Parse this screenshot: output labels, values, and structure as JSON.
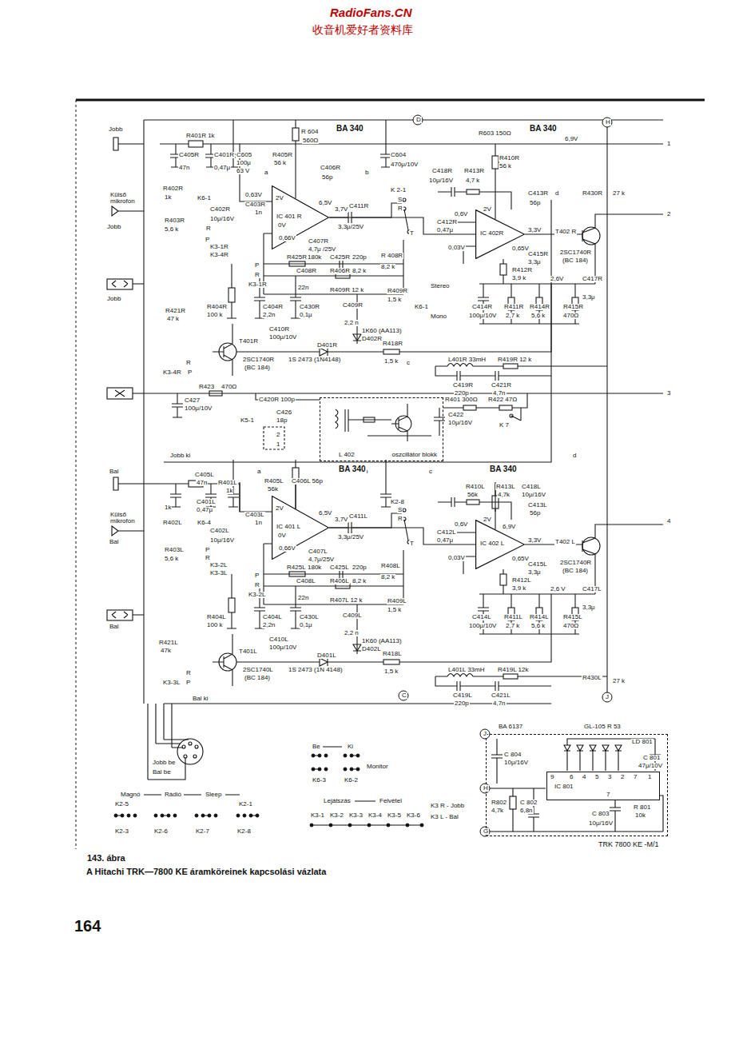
{
  "diagram": {
    "caption": "A Hitachi TRK—7800 KE áramköreinek kapcsolási vázlata",
    "nodes": [
      {
        "text": [
          "IC 401 R"
        ]
      },
      {
        "text": [
          "IC 402R"
        ]
      },
      {
        "text": [
          "L 402",
          "oszcillátor blokk"
        ]
      },
      {
        "text": [
          "IC 401 L"
        ]
      },
      {
        "text": [
          "IC 402 L"
        ]
      },
      {
        "text": [
          "BA 6137"
        ]
      },
      {
        "text": [
          "IC 801"
        ],
        "in": 5
      }
    ],
    "edges": [
      {
        "from": 0,
        "to": 1,
        "arrow": "none"
      },
      {
        "from": 3,
        "to": 4,
        "arrow": "none"
      }
    ],
    "labels": [
      "RadioFans.CN",
      "收音机爱好者资料库",
      "Jobb",
      "R401R 1k",
      "R 604",
      "560Ω",
      "BA 340",
      "D",
      "R603 150Ω",
      "BA 340",
      "H",
      "6,9V",
      "1",
      "C405R",
      "47n",
      "C401R",
      "0,47μ",
      "C605",
      "100μ",
      "63 V",
      "R405R",
      "56 k",
      "C604",
      "470μ/10V",
      "R410R",
      "56 k",
      "C406R",
      "56p",
      "a",
      "b",
      "C418R",
      "R413R",
      "10μ/16V",
      "4,7 k",
      "2V",
      "K 2-1",
      "C413R",
      "56p",
      "d",
      "R430R",
      "27 k",
      "2",
      "R402R",
      "1k",
      "K6-1",
      "Külső mikrofon",
      "0,63V",
      "6,5V",
      "3,7V",
      "C411R",
      "S",
      "R",
      "0,6V",
      "2V",
      "C403R",
      "1n",
      "0V",
      "C402R",
      "10μ/16V",
      "3,3μ/25V",
      "C412R",
      "0,47μ",
      "3,3V",
      "T402 R",
      "R403R",
      "5,6 k",
      "Jobb",
      "R",
      "0,66V",
      "C407R",
      "4,7μ /25V",
      "T",
      "0,03V",
      "0,65V",
      "C415R",
      "3,3μ",
      "2SC1740R",
      "(BC 184)",
      "P",
      "K3-1R",
      "K3-4R",
      "R425R",
      "180k",
      "C425R",
      "220p",
      "R 408R",
      "8,2 k",
      "P",
      "R",
      "K3-1R",
      "C408R",
      "22n",
      "R406R",
      "8,2 k",
      "R412R",
      "3,9 k",
      "Stereo",
      "2,6V",
      "C417R",
      "3,3μ",
      "R409R 12 k",
      "R409R",
      "1,5 k",
      "Jobb",
      "R421R",
      "47 k",
      "R404R",
      "100 k",
      "C404R",
      "2,2n",
      "C430R",
      "0,1μ",
      "C409R",
      "K6-1",
      "C414R",
      "100μ/10V",
      "R411R",
      "2,7 k",
      "R414R",
      "5,6 k",
      "R415R",
      "470Ω",
      "Mono",
      "2,2 n",
      "C410R",
      "100μ/10V",
      "1K60 (AA113)",
      "D402R",
      "T401R",
      "D401R",
      "1S 2473 (1N4148)",
      "R418R",
      "1,5 k",
      "c",
      "2SC1740R",
      "(BC 184)",
      "R",
      "L401R 33mH",
      "R419R 12 k",
      "K3-4R",
      "P",
      "C419R",
      "220p",
      "C421R",
      "4,7n",
      "R423",
      "470Ω",
      "3",
      "C427",
      "100μ/10V",
      "C420R 100p",
      "R401 300Ω",
      "R422 47Ω",
      "C426",
      "18p",
      "K5-1",
      "C422",
      "10μ/16V",
      "K 7",
      "2",
      "1",
      "Jobb ki",
      "d",
      "a",
      "b",
      "c",
      "BA 340",
      "BA 340",
      "Bal",
      "C405L",
      "47n",
      "R401L",
      "1k",
      "R405L",
      "56k",
      "C406L 56p",
      "R410L",
      "56k",
      "R413L",
      "4,7k",
      "C418L",
      "10μ/16V",
      "C401L",
      "0,47μ",
      "2V",
      "K2-8",
      "C413L",
      "56p",
      "C403L",
      "1n",
      "6,5V",
      "3,7V",
      "C411L",
      "S",
      "R",
      "1k",
      "Külső mikrofon",
      "4",
      "2V",
      "6,9V",
      "0,6V",
      "C412L",
      "0V",
      "R402L",
      "K6-4",
      "C402L",
      "10μ/16V",
      "0,66V",
      "3,3μ/25V",
      "0,47μ",
      "3,3V",
      "Bal",
      "T402 L",
      "R403L",
      "5,6 k",
      "T",
      "0,03V",
      "0,65V",
      "C407L",
      "4,7μ/25V",
      "C415L",
      "3,3μ",
      "2SC1740R",
      "(BC 184)",
      "P",
      "R425L",
      "180k",
      "C425L",
      "220p",
      "R408L",
      "8,2 k",
      "P",
      "R",
      "R412L",
      "3,9 k",
      "C408L",
      "R406L",
      "8,2 k",
      "R",
      "K3-2L",
      "K3-3L",
      "K3-2L",
      "22n",
      "2,6 V",
      "C417L",
      "3,3μ",
      "R407L 12 k",
      "R409L",
      "1,5 k",
      "R404L",
      "100 k",
      "C404L",
      "2,2n",
      "C430L",
      "0,1μ",
      "C409L",
      "C414L",
      "100μ/10V",
      "R411L",
      "2,7 k",
      "R414L",
      "5,6 k",
      "R415L",
      "470Ω",
      "Bal",
      "2,2 n",
      "1K60 (AA113)",
      "C410L",
      "100μ/10V",
      "D402L",
      "T401L",
      "R421L",
      "47k",
      "D401L",
      "R418L",
      "1S 2473 (1N 4148)",
      "1,5 k",
      "2SC1740L",
      "(BC 184)",
      "L401L 33mH",
      "R419L 12k",
      "R",
      "R430L",
      "27 k",
      "C419L",
      "C421L",
      "P",
      "K3-3L",
      "220p",
      "4,7n",
      "C",
      "J",
      "Bal ki",
      "Jobb be",
      "Bal be",
      "Be",
      "Ki",
      "Monitor",
      "K6-3",
      "K6-2",
      "Magnó",
      "Rádió",
      "Sleep",
      "K2-5",
      "K2-1",
      "K2-3",
      "K2-6",
      "K2-7",
      "K2-8",
      "Lejátszás",
      "Felvétel",
      "K3-1",
      "K3-2",
      "K3-3",
      "K3-4",
      "K3-5",
      "K3-6",
      "K3 R - Jobb",
      "K3 L - Bal",
      "GL-105 R 53",
      "J",
      "LD 801",
      "C 804",
      "10μ/16V",
      "C 801",
      "47μ/10V",
      "9",
      "6",
      "4",
      "5",
      "3",
      "2",
      "7",
      "1",
      "H",
      "R802",
      "4,7k",
      "C 802",
      "6,8n",
      "7",
      "R 801",
      "10k",
      "C 803",
      "10μ/16V",
      "G",
      "TRK 7800 KE -M/1",
      "143. ábra",
      "164"
    ]
  }
}
